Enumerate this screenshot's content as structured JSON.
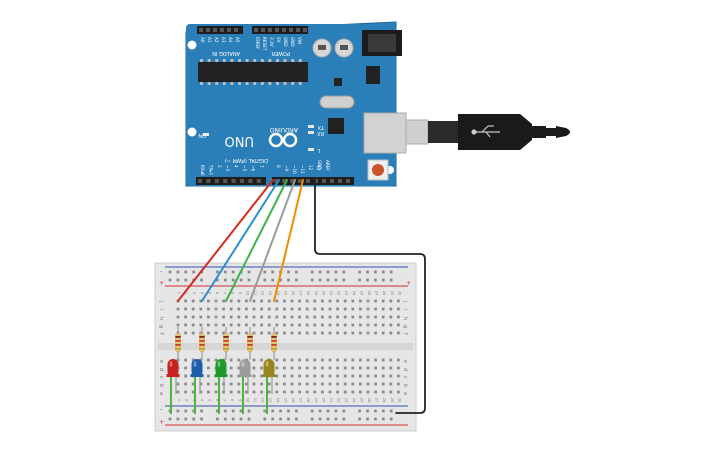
{
  "board": {
    "brand": "ARDUINO",
    "model": "UNO",
    "section_digital": "DIGITAL (PWM ~)",
    "section_analog": "ANALOG IN",
    "section_power": "POWER",
    "label_on": "ON",
    "label_tx": "TX",
    "label_rx": "RX",
    "label_l": "L",
    "pin_aref": "AREF",
    "pin_gnd": "GND",
    "digital_pins": [
      "13",
      "12",
      "~11",
      "~10",
      "~9",
      "8",
      "7",
      "~6",
      "~5",
      "4",
      "~3",
      "2",
      "TX▸1",
      "RX◂0"
    ],
    "analog_pins": [
      "A0",
      "A1",
      "A2",
      "A3",
      "A4",
      "A5"
    ],
    "power_pins": [
      "IOREF",
      "RESET",
      "3.3V",
      "5V",
      "GND",
      "GND",
      "VIN"
    ]
  },
  "breadboard": {
    "row_letters_top": [
      "a",
      "b",
      "c",
      "d",
      "e"
    ],
    "row_letters_bottom": [
      "f",
      "g",
      "h",
      "i",
      "j"
    ],
    "rail_plus": "+",
    "rail_minus": "-",
    "column_numbers": [
      "1",
      "2",
      "3",
      "4",
      "5",
      "6",
      "7",
      "8",
      "9",
      "10",
      "11",
      "12",
      "13",
      "14",
      "15",
      "16",
      "17",
      "18",
      "19",
      "20",
      "21",
      "22",
      "23",
      "24",
      "25",
      "26",
      "27",
      "28",
      "29",
      "30"
    ]
  },
  "wires": [
    {
      "name": "wire-red",
      "color": "#d42a20"
    },
    {
      "name": "wire-blue",
      "color": "#2a8fd0"
    },
    {
      "name": "wire-green",
      "color": "#3ab54a"
    },
    {
      "name": "wire-gray",
      "color": "#9a9a9a"
    },
    {
      "name": "wire-orange",
      "color": "#f08c00"
    },
    {
      "name": "wire-ground",
      "color": "#222222"
    }
  ],
  "leds": [
    {
      "name": "led-red",
      "color": "#c62020"
    },
    {
      "name": "led-blue",
      "color": "#1c5fa8"
    },
    {
      "name": "led-green",
      "color": "#1e9a2c"
    },
    {
      "name": "led-gray",
      "color": "#9c9c9c"
    },
    {
      "name": "led-yellow",
      "color": "#9a8420"
    }
  ],
  "colors": {
    "board_blue": "#2b7fb8",
    "header_black": "#1e1e1e",
    "breadboard_body": "#e6e6e6",
    "rail_red": "#d03030",
    "rail_blue": "#3050b0",
    "led_leg_green": "#49b83a"
  }
}
